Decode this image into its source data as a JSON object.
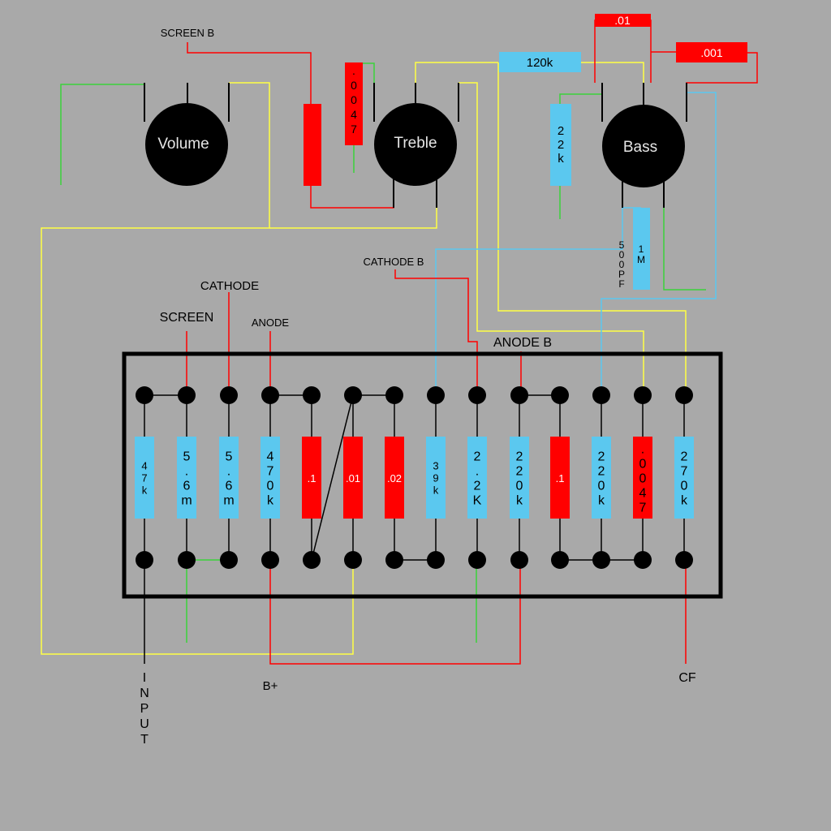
{
  "pots": {
    "volume": "Volume",
    "treble": "Treble",
    "bass": "Bass"
  },
  "labels": {
    "screen_b": "SCREEN B",
    "cathode": "CATHODE",
    "screen": "SCREEN",
    "anode": "ANODE",
    "cathode_b": "CATHODE B",
    "anode_b": "ANODE B",
    "b_plus": "B+",
    "cf": "CF",
    "input": "INPUT"
  },
  "pot_components": {
    "c_500pf": "500PF",
    "c_0047": ".0047",
    "r_120k": "120k",
    "c_01": ".01",
    "c_001": ".001",
    "r_22k": "22k",
    "r_1m": "1M"
  },
  "board_components": [
    {
      "label": "47k",
      "kind": "resistor"
    },
    {
      "label": "5.6m",
      "kind": "resistor"
    },
    {
      "label": "5.6m",
      "kind": "resistor"
    },
    {
      "label": "470k",
      "kind": "resistor"
    },
    {
      "label": ".1",
      "kind": "capacitor"
    },
    {
      "label": ".01",
      "kind": "capacitor"
    },
    {
      "label": ".02",
      "kind": "capacitor"
    },
    {
      "label": "39k",
      "kind": "resistor"
    },
    {
      "label": "2.2K",
      "kind": "resistor"
    },
    {
      "label": "220k",
      "kind": "resistor"
    },
    {
      "label": ".1",
      "kind": "capacitor"
    },
    {
      "label": "220k",
      "kind": "resistor"
    },
    {
      "label": ".0047",
      "kind": "capacitor"
    },
    {
      "label": "270k",
      "kind": "resistor"
    }
  ],
  "colors": {
    "resistor": "#5bc8ef",
    "capacitor": "#ff0000",
    "wire_red": "#ff0000",
    "wire_yellow": "#ffff44",
    "wire_green": "#3bd23b",
    "wire_blue": "#5bc8ef",
    "wire_black": "#000000",
    "background": "#a9a9a9"
  }
}
